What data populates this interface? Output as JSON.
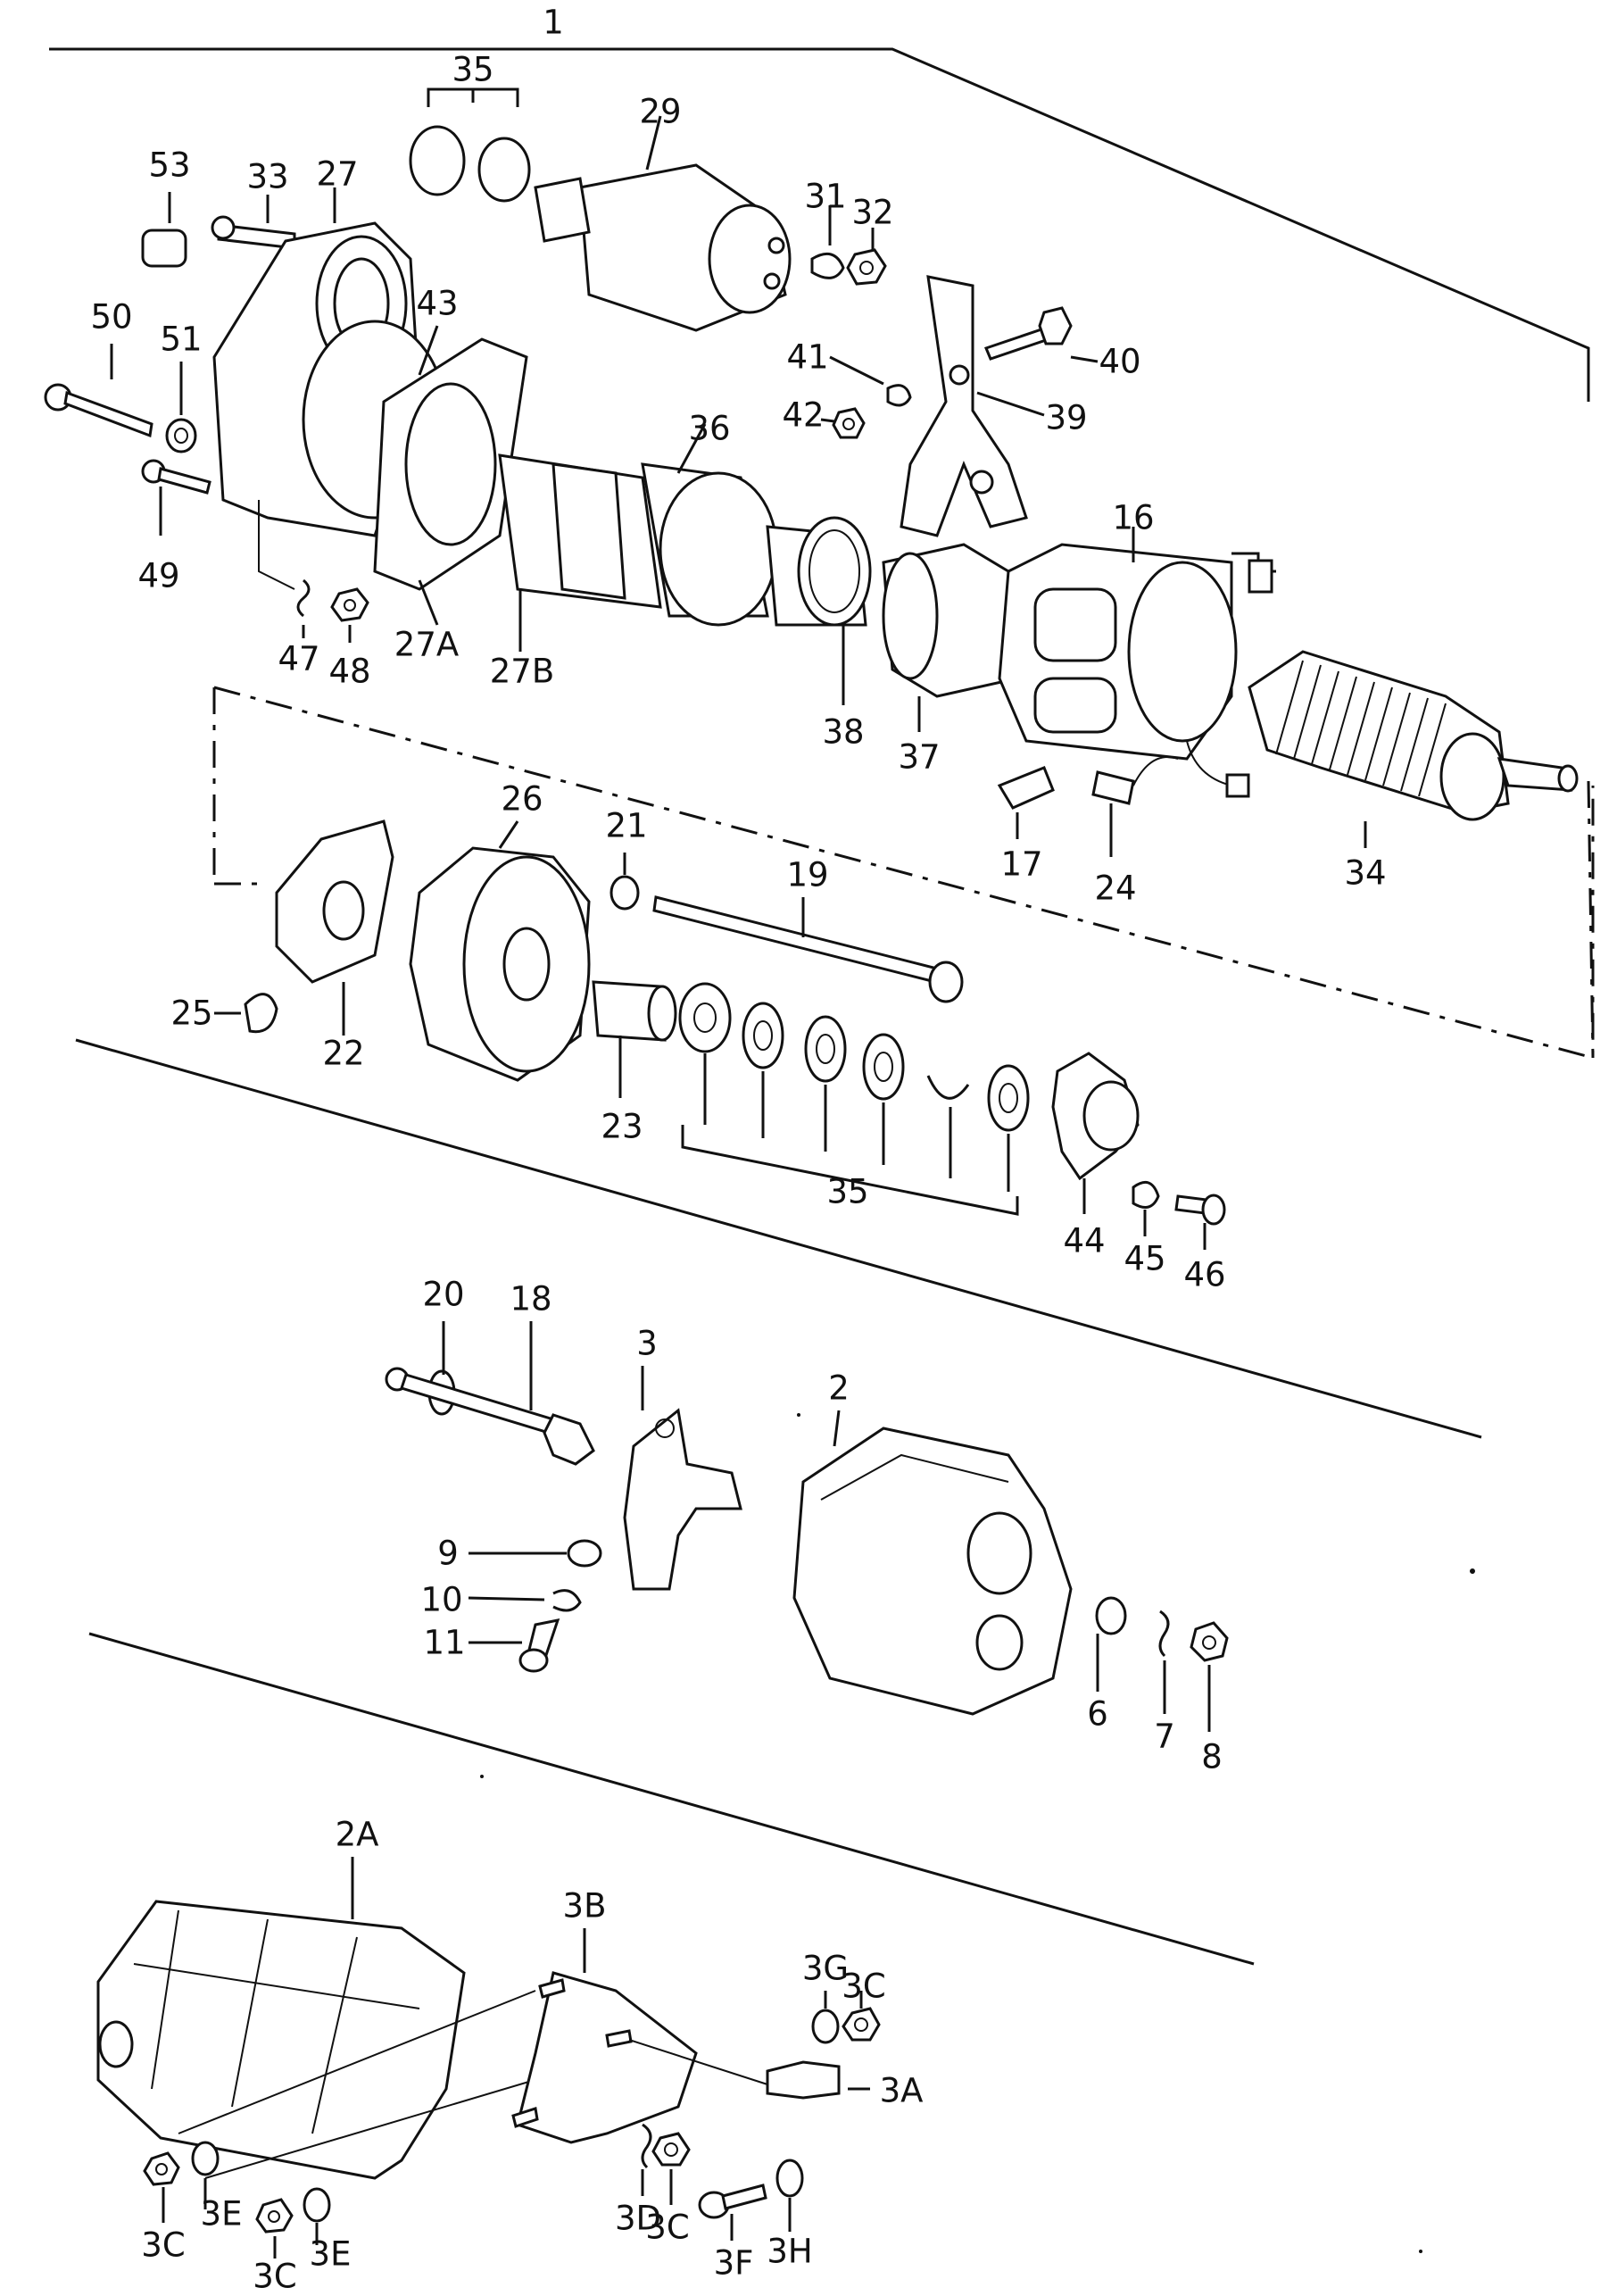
{
  "diagram": {
    "labels": {
      "l1": "1",
      "l35a": "35",
      "l29": "29",
      "l53": "53",
      "l33": "33",
      "l27": "27",
      "l31": "31",
      "l32": "32",
      "l43": "43",
      "l50": "50",
      "l51": "51",
      "l40": "40",
      "l41": "41",
      "l42": "42",
      "l39": "39",
      "l36": "36",
      "l49": "49",
      "l16": "16",
      "l47": "47",
      "l48": "48",
      "l27A": "27A",
      "l27B": "27B",
      "l38": "38",
      "l37": "37",
      "l17": "17",
      "l24": "24",
      "l34": "34",
      "l26": "26",
      "l21": "21",
      "l19": "19",
      "l25": "25",
      "l22": "22",
      "l23": "23",
      "l35b": "35",
      "l44": "44",
      "l45": "45",
      "l46": "46",
      "l20": "20",
      "l18": "18",
      "l3": "3",
      "l2": "2",
      "l9": "9",
      "l10": "10",
      "l11": "11",
      "l6": "6",
      "l7": "7",
      "l8": "8",
      "l2A": "2A",
      "l3B": "3B",
      "l3G": "3G",
      "l3C_a": "3C",
      "l3A": "3A",
      "l3D": "3D",
      "l3C_b": "3C",
      "l3F": "3F",
      "l3H": "3H",
      "l3C_c": "3C",
      "l3E_a": "3E",
      "l3E_b": "3E",
      "l3C_d": "3C"
    }
  }
}
